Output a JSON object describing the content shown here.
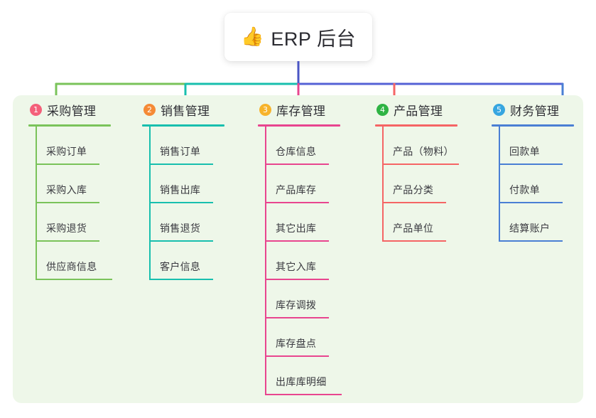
{
  "root": {
    "icon": "thumbs-up-icon",
    "emoji": "👍",
    "title": "ERP 后台"
  },
  "colors": {
    "card_background": "#eef7e9",
    "page_background": "#ffffff",
    "trunk": "#4a55c4",
    "branch_1": "#7ac35a",
    "branch_2": "#18bfae",
    "branch_3": "#e8458f",
    "branch_4": "#f56565",
    "branch_5": "#4a7fd4",
    "bar_left": "#7ac35a",
    "bar_mid": "#18bfae",
    "bar_right": "#5562d6"
  },
  "branches": [
    {
      "number": "1",
      "title": "采购管理",
      "badge_color": "#f4607a",
      "line_color": "#7ac35a",
      "items": [
        "采购订单",
        "采购入库",
        "采购退货",
        "供应商信息"
      ]
    },
    {
      "number": "2",
      "title": "销售管理",
      "badge_color": "#f58a36",
      "line_color": "#18bfae",
      "items": [
        "销售订单",
        "销售出库",
        "销售退货",
        "客户信息"
      ]
    },
    {
      "number": "3",
      "title": "库存管理",
      "badge_color": "#f7b32b",
      "line_color": "#e8458f",
      "items": [
        "仓库信息",
        "产品库存",
        "其它出库",
        "其它入库",
        "库存调拨",
        "库存盘点",
        "出库库明细"
      ]
    },
    {
      "number": "4",
      "title": "产品管理",
      "badge_color": "#2fb344",
      "line_color": "#f56565",
      "items": [
        "产品（物料）",
        "产品分类",
        "产品单位"
      ]
    },
    {
      "number": "5",
      "title": "财务管理",
      "badge_color": "#37a6e0",
      "line_color": "#4a7fd4",
      "items": [
        "回款单",
        "付款单",
        "结算账户"
      ]
    }
  ]
}
